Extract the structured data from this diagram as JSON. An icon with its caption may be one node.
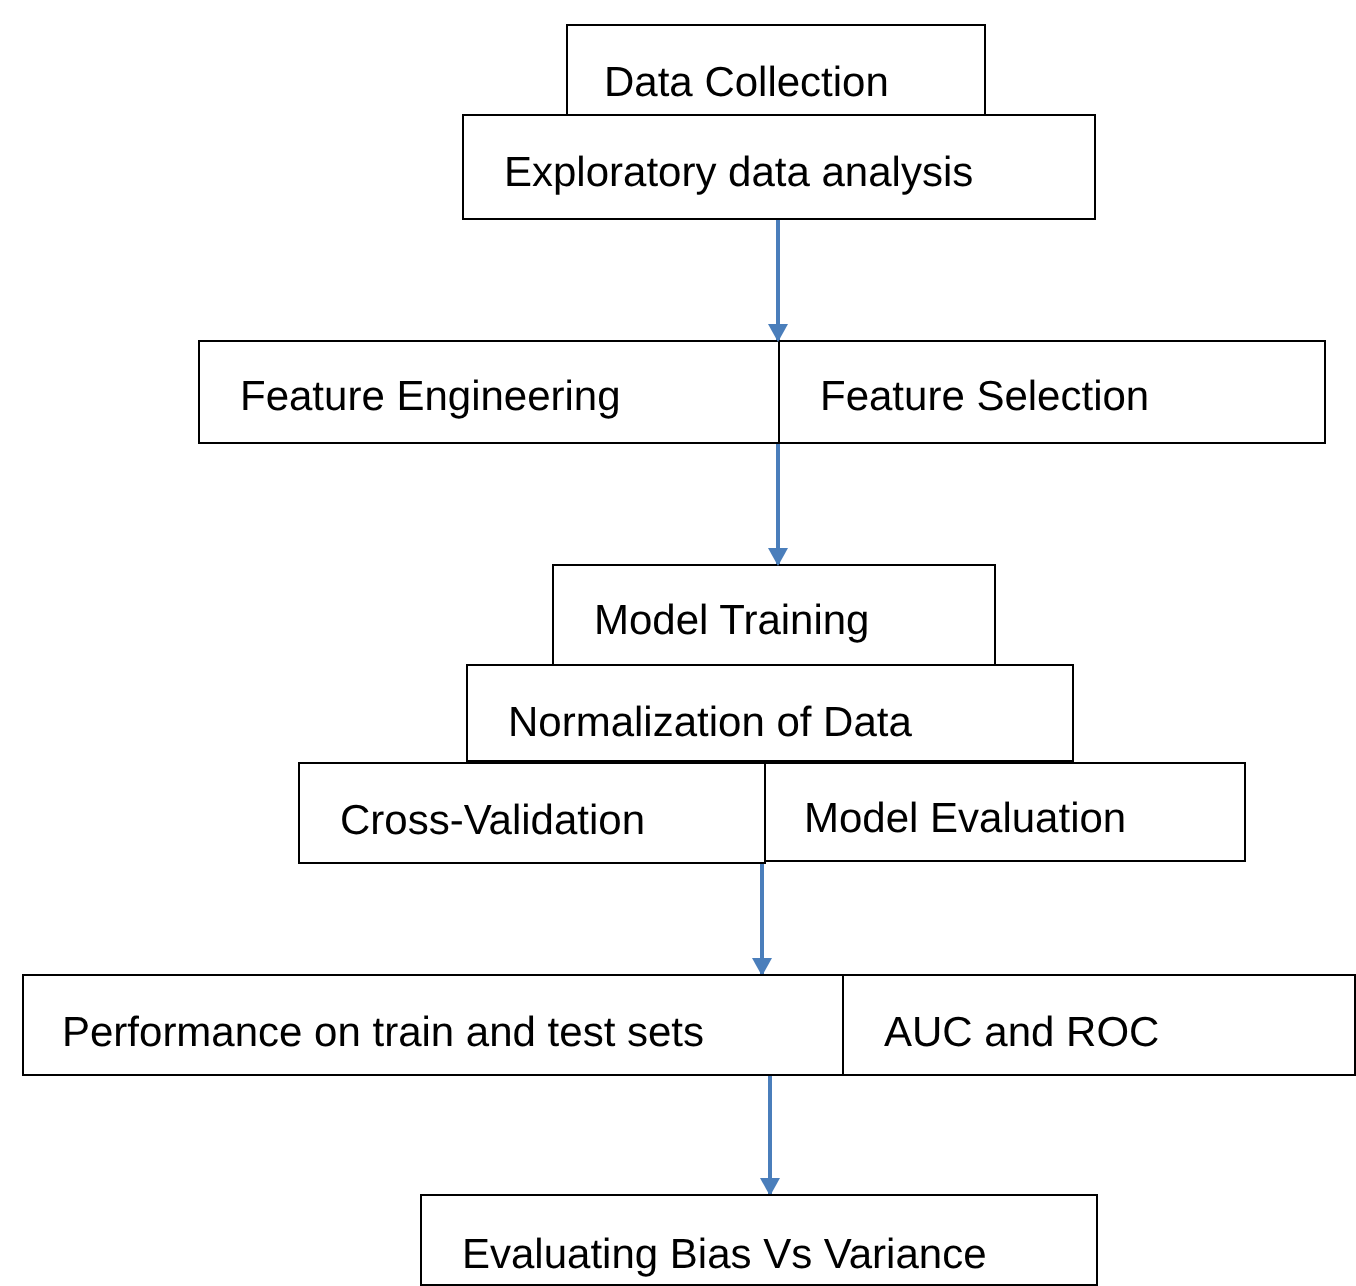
{
  "diagram": {
    "nodes": [
      {
        "text": [
          "Data Collection"
        ]
      },
      {
        "text": [
          "Exploratory data analysis"
        ]
      },
      {
        "text": [
          "Feature Engineering"
        ]
      },
      {
        "text": [
          "Feature Selection"
        ]
      },
      {
        "text": [
          "Model Training"
        ]
      },
      {
        "text": [
          "Normalization of Data"
        ]
      },
      {
        "text": [
          "Cross-Validation"
        ]
      },
      {
        "text": [
          "Model Evaluation"
        ]
      },
      {
        "text": [
          "Performance on train and test sets"
        ]
      },
      {
        "text": [
          "AUC and ROC"
        ]
      },
      {
        "text": [
          "Evaluating Bias Vs Variance"
        ]
      }
    ],
    "edges": [
      {
        "from": 1,
        "to": 2,
        "arrow": "to"
      },
      {
        "from": 2,
        "to": 4,
        "arrow": "to"
      },
      {
        "from": 6,
        "to": 8,
        "arrow": "to"
      },
      {
        "from": 8,
        "to": 10,
        "arrow": "to"
      }
    ]
  }
}
